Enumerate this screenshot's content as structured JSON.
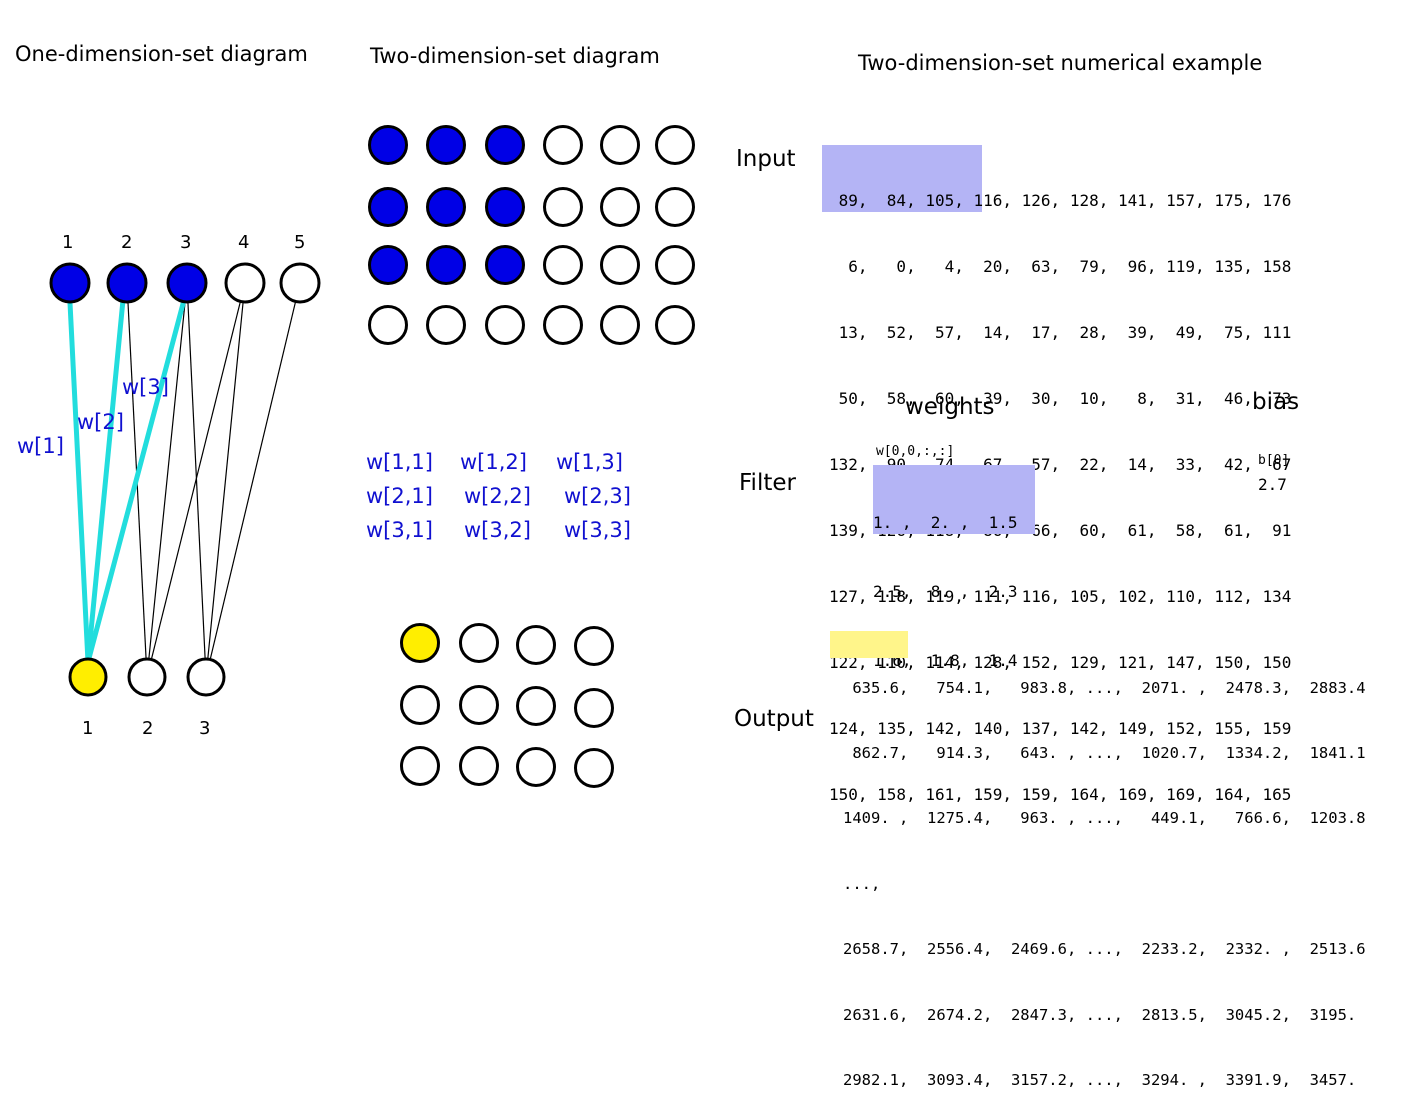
{
  "titles": {
    "one_dim": "One-dimension-set diagram",
    "two_dim": "Two-dimension-set diagram",
    "numerical": "Two-dimension-set numerical example"
  },
  "one_dim": {
    "top_labels": [
      "1",
      "2",
      "3",
      "4",
      "5"
    ],
    "bottom_labels": [
      "1",
      "2",
      "3"
    ],
    "weight_labels": [
      "w[1]",
      "w[2]",
      "w[3]"
    ]
  },
  "two_dim": {
    "weights": [
      [
        "w[1,1]",
        "w[1,2]",
        "w[1,3]"
      ],
      [
        "w[2,1]",
        "w[2,2]",
        "w[2,3]"
      ],
      [
        "w[3,1]",
        "w[3,2]",
        "w[3,3]"
      ]
    ]
  },
  "numerical": {
    "input_label": "Input",
    "input_rows": [
      " 89,  84, 105, 116, 126, 128, 141, 157, 175, 176",
      "  6,   0,   4,  20,  63,  79,  96, 119, 135, 158",
      " 13,  52,  57,  14,  17,  28,  39,  49,  75, 111",
      " 50,  58,  60,  39,  30,  10,   8,  31,  46,  73",
      "132,  90,  74,  67,  57,  22,  14,  33,  42,  67",
      "139, 126, 118,  86,  66,  60,  61,  58,  61,  91",
      "127, 118, 119, 111, 116, 105, 102, 110, 112, 134",
      "122, 110, 114, 128, 152, 129, 121, 147, 150, 150",
      "124, 135, 142, 140, 137, 142, 149, 152, 155, 159",
      "150, 158, 161, 159, 159, 164, 169, 169, 164, 165"
    ],
    "weights_label": "weights",
    "bias_label": "bias",
    "filter_label": "Filter",
    "weights_caption": "w[0,0,:,:]",
    "weights_rows": [
      "1. ,  2. ,  1.5",
      "2.5,  8. ,  2.3",
      "1.6,  1.8,  1.4"
    ],
    "bias_caption": "b[0]",
    "bias_value": "2.7",
    "output_label": "Output",
    "output_rows": [
      " 635.6,   754.1,   983.8, ...,  2071. ,  2478.3,  2883.4",
      " 862.7,   914.3,   643. , ...,  1020.7,  1334.2,  1841.1",
      "1409. ,  1275.4,   963. , ...,   449.1,   766.6,  1203.8",
      "...,",
      "2658.7,  2556.4,  2469.6, ...,  2233.2,  2332. ,  2513.6",
      "2631.6,  2674.2,  2847.3, ...,  2813.5,  3045.2,  3195.",
      "2982.1,  3093.4,  3157.2, ...,  3294. ,  3391.9,  3457."
    ]
  },
  "colors": {
    "active_node": "#0000e6",
    "output_node": "#ffee00",
    "weight_line": "#22dddd",
    "weight_text": "#1010d0",
    "highlight_blue": "#b4b4f5",
    "highlight_yellow": "#fff58a"
  }
}
